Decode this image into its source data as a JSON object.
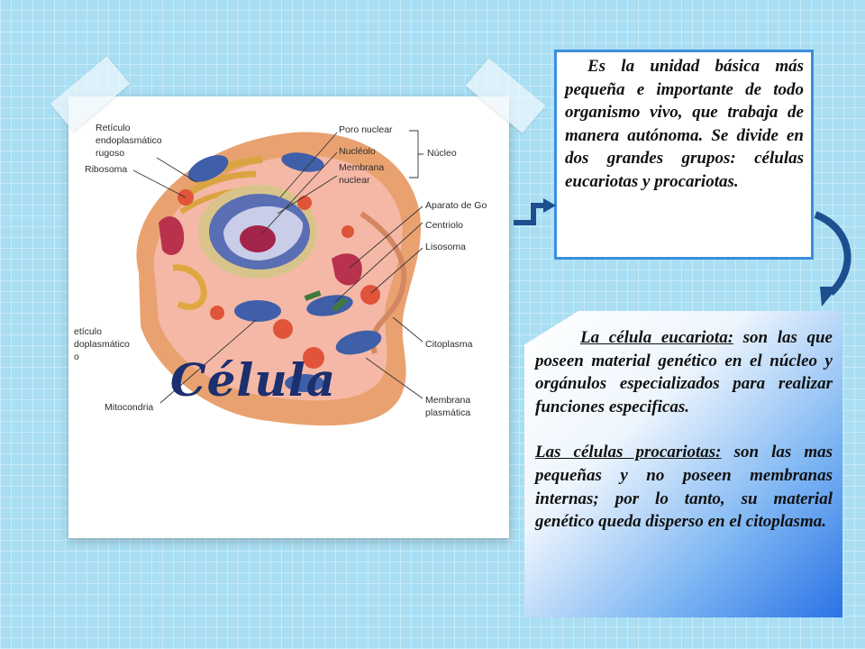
{
  "caption": "Célula",
  "definition": "Es la unidad básica más pequeña e importante de todo organismo vivo, que trabaja de manera autónoma. Se divide en dos grandes grupos: células eucariotas y procariotas.",
  "eukaryote": {
    "heading": "La célula eucariota:",
    "text": " son las que poseen material genético en el núcleo y orgánulos especializados para realizar funciones especificas."
  },
  "prokaryote": {
    "heading": "Las células procariotas:",
    "text": " son las mas pequeñas y no poseen membranas internas; por lo tanto, su material genético queda disperso en el citoplasma."
  },
  "diagram_labels": {
    "reticulo_rugoso": [
      "Retículo",
      "endoplasmático",
      "rugoso"
    ],
    "ribosoma": "Ribosoma",
    "poro_nuclear": "Poro nuclear",
    "nucleolo": "Nucléolo",
    "membrana_nuclear": [
      "Membrana",
      "nuclear"
    ],
    "nucleo": "Núcleo",
    "golgi": "Aparato de Go",
    "centriolo": "Centriolo",
    "lisosoma": "Lisosoma",
    "reticulo_liso": [
      "etículo",
      "doplasmático",
      "o"
    ],
    "citoplasma": "Citoplasma",
    "mitocondria": "Mitocondria",
    "membrana_plasmatica": [
      "Membrana",
      "plasmática"
    ]
  },
  "colors": {
    "background": "#a9def3",
    "box_border": "#3b8fdc",
    "caption": "#1c2f6e",
    "arrow": "#1d4f8f"
  }
}
